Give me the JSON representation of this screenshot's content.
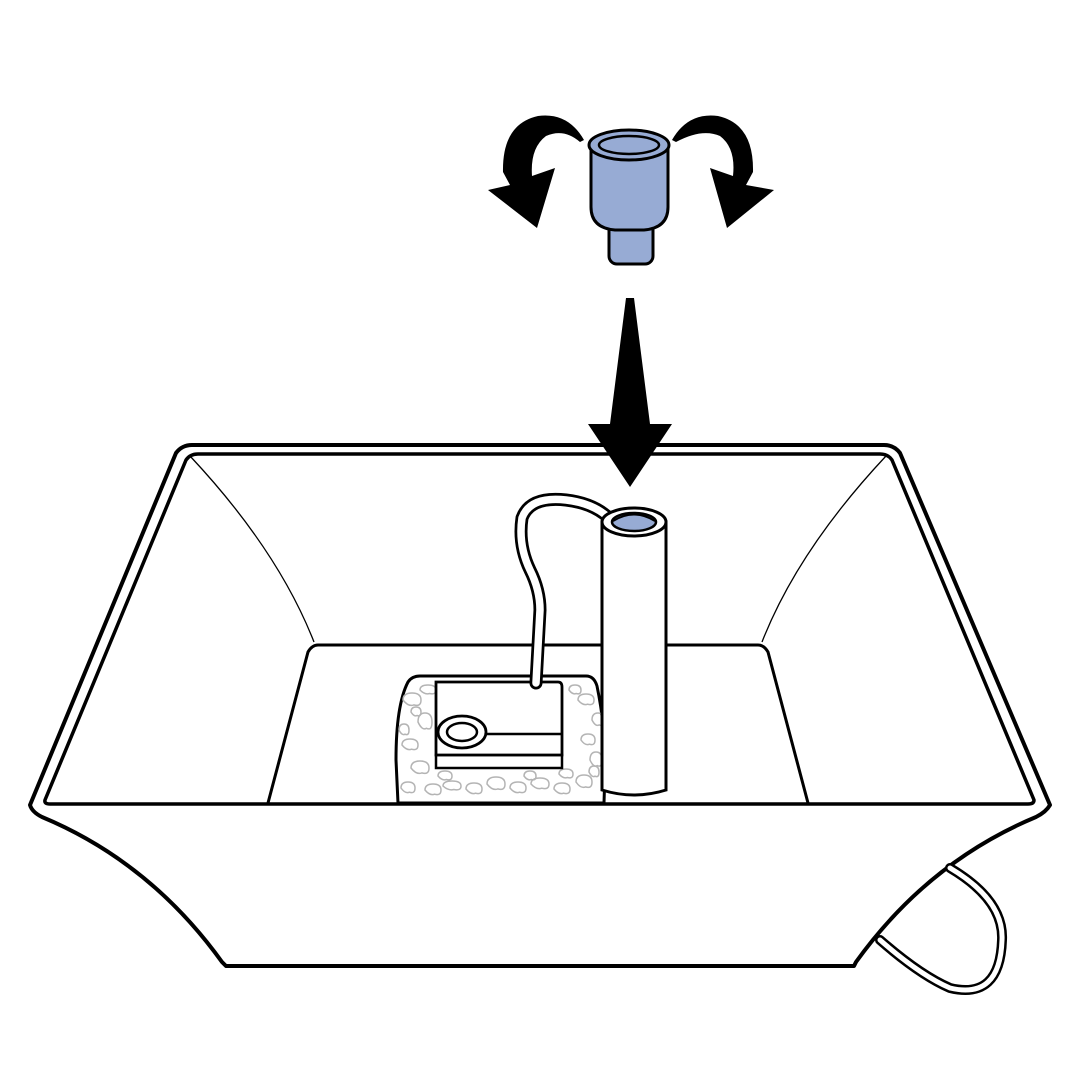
{
  "diagram": {
    "steps": [
      {
        "action": "twist",
        "target": "nozzle-cap"
      },
      {
        "action": "insert",
        "target": "nozzle-cap",
        "into": "riser-tube"
      }
    ],
    "parts": [
      "nozzle-cap",
      "basin",
      "riser-tube",
      "pump",
      "pump-stones",
      "tubing",
      "power-cord"
    ],
    "colors": {
      "outline": "#000000",
      "fill": "#ffffff",
      "nozzle": "#97abd4",
      "stones": "#b4b4b4"
    }
  }
}
